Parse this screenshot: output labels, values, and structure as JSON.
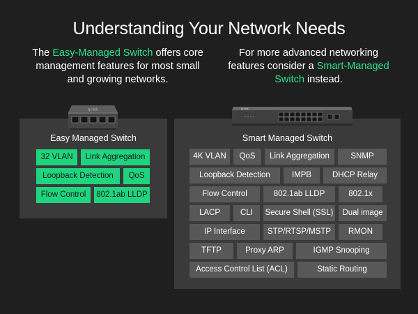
{
  "title": "Understanding Your Network Needs",
  "intro_left": {
    "before": "The ",
    "highlight": "Easy-Managed Switch",
    "after": " offers core management features for most small and growing networks."
  },
  "intro_right": {
    "before": "For more advanced networking features  consider a ",
    "highlight": "Smart-Managed Switch",
    "after": " instead."
  },
  "colors": {
    "background": "#1f1f1f",
    "panel": "#3a3a3a",
    "accent_green": "#1fd47f",
    "highlight_text": "#2de08a",
    "chip_grey": "#585858"
  },
  "easy_switch": {
    "title": "Easy Managed Switch",
    "device_logo": "tp-link",
    "features": [
      "32 VLAN",
      "Link Aggregation",
      "Loopback Detection",
      "QoS",
      "Flow Control",
      "802.1ab LLDP"
    ]
  },
  "smart_switch": {
    "title": "Smart Managed Switch",
    "device_logo": "tp-link",
    "features": [
      "4K VLAN",
      "QoS",
      "Link Aggregation",
      "SNMP",
      "Loopback Detection",
      "IMPB",
      "DHCP Relay",
      "Flow Control",
      "802.1ab LLDP",
      "802.1x",
      "LACP",
      "CLI",
      "Secure Shell (SSL)",
      "Dual image",
      "IP Interface",
      "STP/RTSP/MSTP",
      "RMON",
      "TFTP",
      "Proxy ARP",
      "IGMP Snooping",
      "Access Control List (ACL)",
      "Static Routing"
    ]
  }
}
